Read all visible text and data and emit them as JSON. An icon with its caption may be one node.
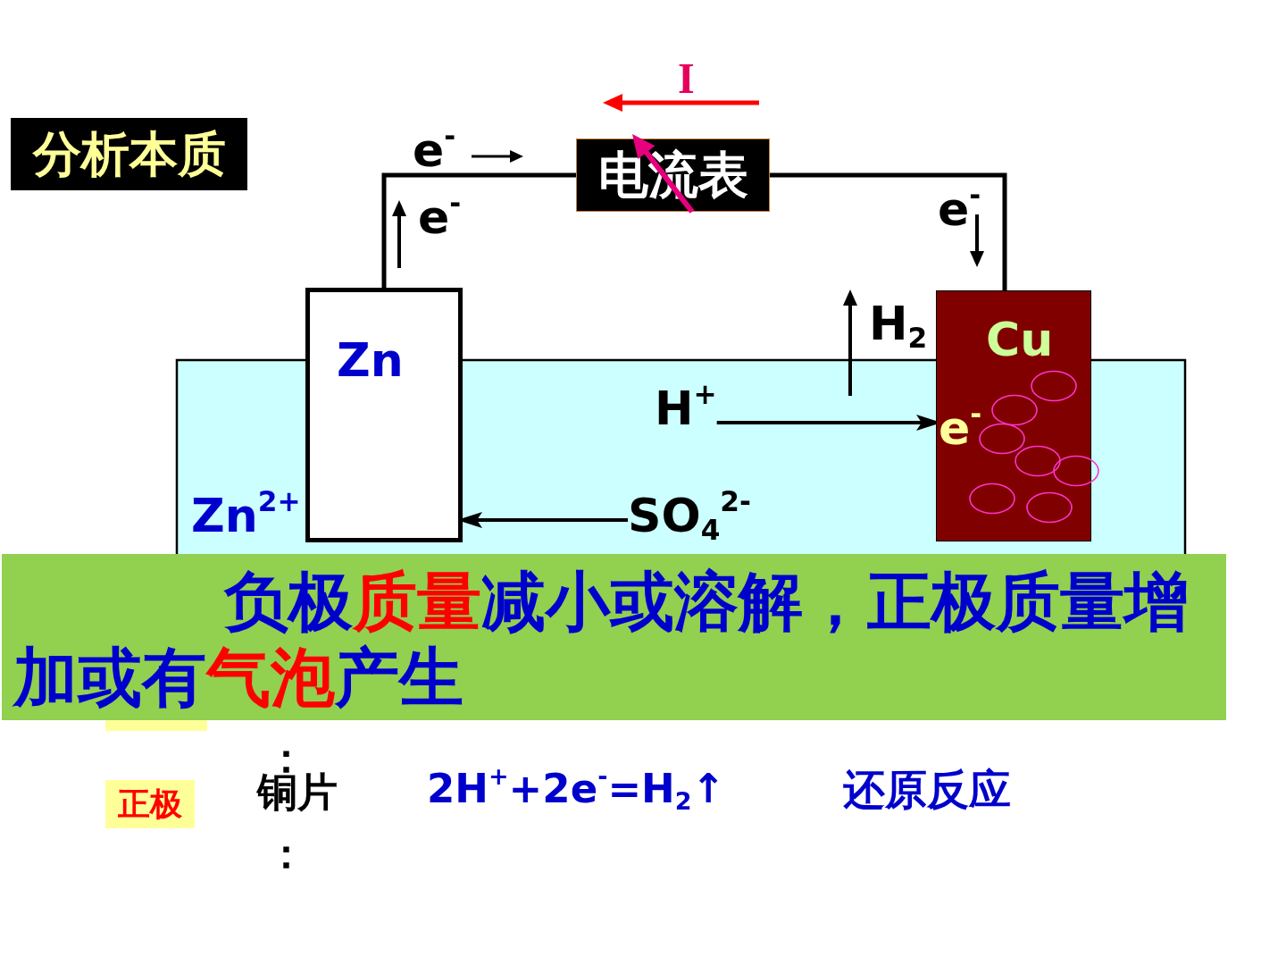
{
  "diagram": {
    "nodes": [
      {
        "text": [
          "分析本质"
        ]
      },
      {
        "text": [
          "电流表"
        ]
      },
      {
        "text": [
          "Zn"
        ]
      },
      {
        "text": [
          "Cu"
        ]
      },
      {
        "text": [
          "H$^{+}$"
        ]
      },
      {
        "text": [
          "SO$_{4}$$^{2-}$"
        ]
      },
      {
        "text": [
          "负极**质量**减小或溶解，正极质量增加或有**气泡**产生"
        ]
      },
      {
        "text": [
          "正极"
        ]
      }
    ],
    "edges": [
      {
        "from": 2,
        "to": 1,
        "arrow": "none"
      },
      {
        "from": 1,
        "to": 3,
        "arrow": "none"
      },
      {
        "from": 4,
        "to": 3,
        "arrow": "to"
      },
      {
        "from": 5,
        "to": 2,
        "arrow": "to"
      }
    ],
    "labels": [
      "I",
      "e$^{-}$",
      "e$^{-}$",
      "e$^{-}$",
      "H$_{2}$",
      "e$^{-}$",
      "Zn$^{2+}$",
      "：",
      "铜片",
      "2H$^{+}$+2e$^{-}$=H$_{2}$↑",
      "还原反应",
      "："
    ]
  }
}
